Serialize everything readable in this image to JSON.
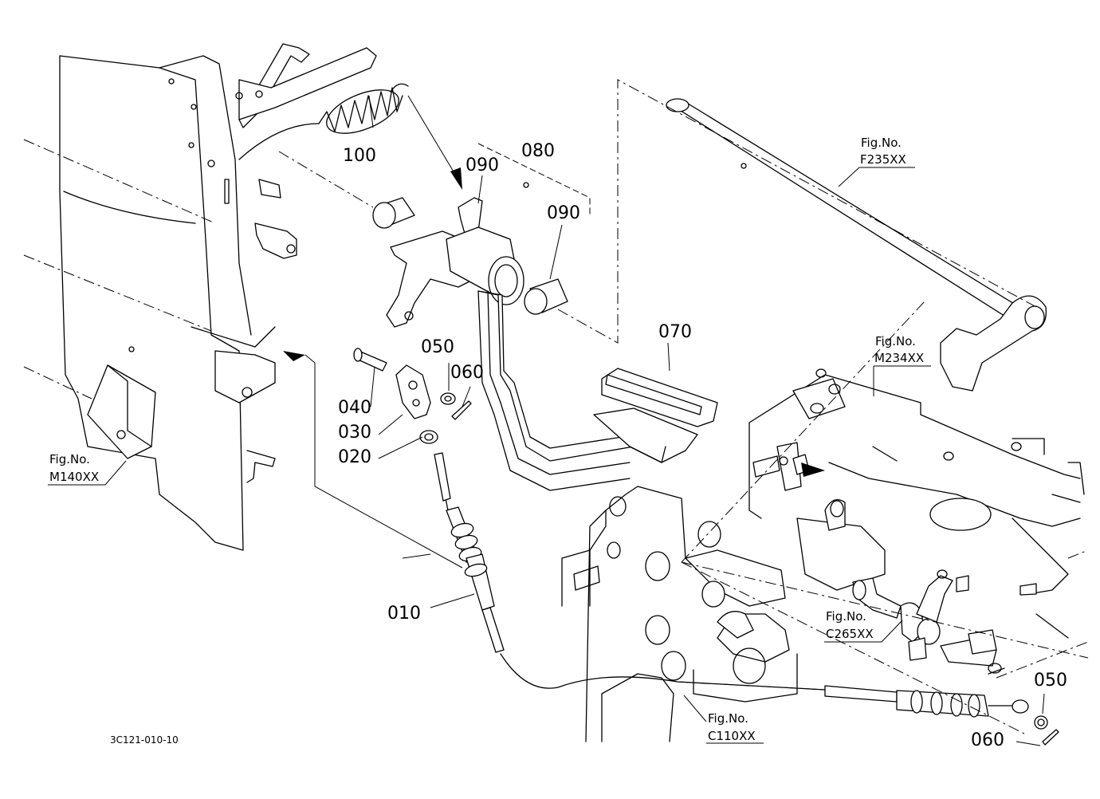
{
  "diagram": {
    "drawing_number": "3C121-010-10",
    "parts": {
      "p010": "010",
      "p020": "020",
      "p030": "030",
      "p040": "040",
      "p050a": "050",
      "p060a": "060",
      "p070": "070",
      "p080": "080",
      "p090a": "090",
      "p090b": "090",
      "p100": "100",
      "p050b": "050",
      "p060b": "060"
    },
    "figure_refs": {
      "label": "Fig.No.",
      "f235": "F235XX",
      "m234": "M234XX",
      "m140": "M140XX",
      "c265": "C265XX",
      "c110": "C110XX"
    }
  }
}
